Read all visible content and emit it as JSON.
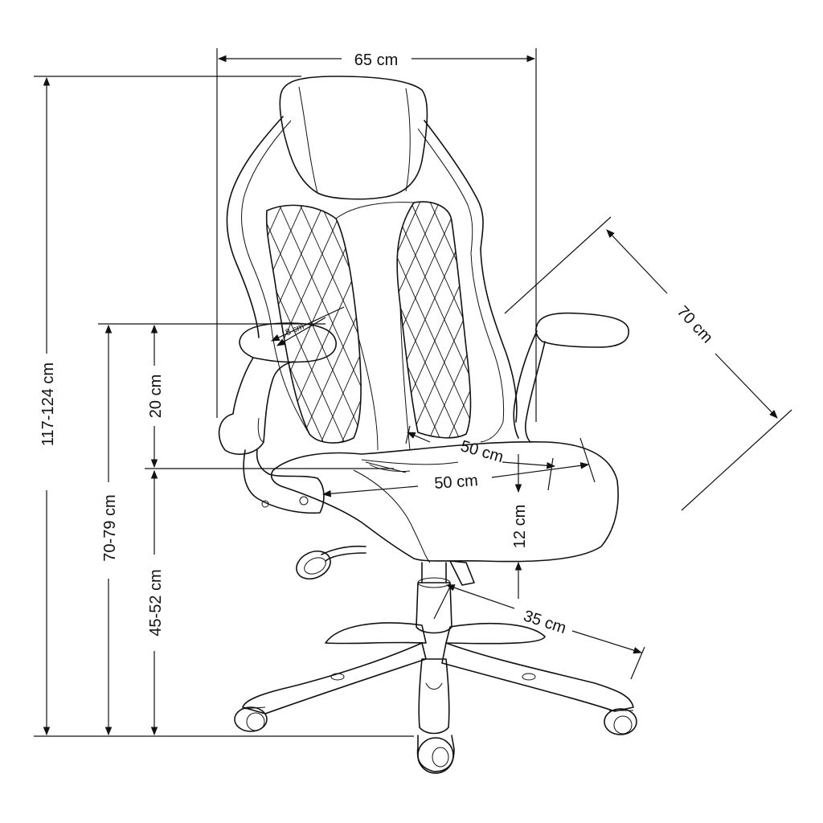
{
  "dimensions": {
    "width_label": "65 cm",
    "total_height_label": "117-124 cm",
    "arm_height_label": "70-79 cm",
    "seat_height_label": "45-52 cm",
    "back_lower_label": "20 cm",
    "armrest_width_label": "8 cm",
    "seat_width_label": "50 cm",
    "seat_depth_label": "50 cm",
    "seat_thickness_label": "12 cm",
    "base_radius_label": "35 cm",
    "overall_depth_label": "70 cm"
  }
}
